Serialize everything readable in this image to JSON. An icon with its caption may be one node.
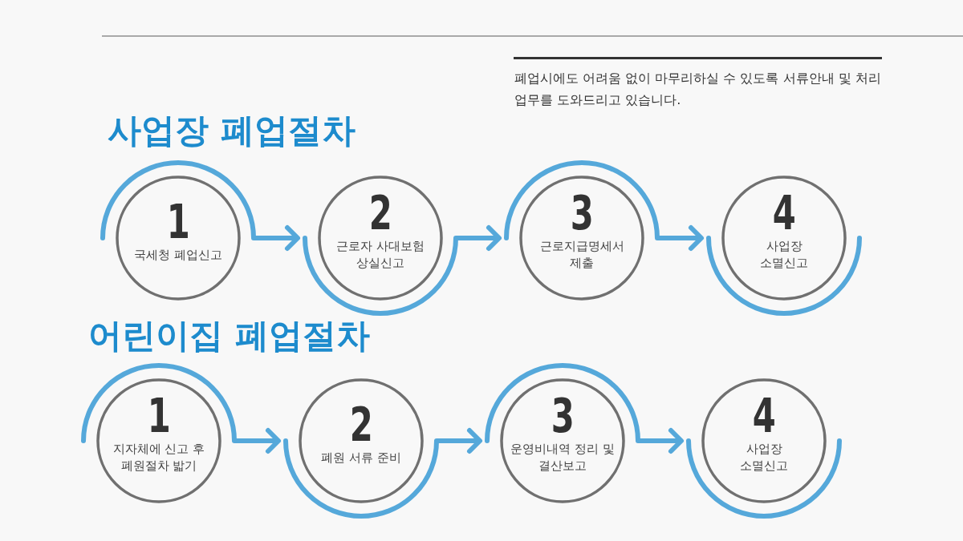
{
  "diagram": {
    "nodes": [
      {
        "text": [
          "1",
          "국세청 폐업신고"
        ]
      },
      {
        "text": [
          "2",
          "근로자 사대보험 상실신고"
        ]
      },
      {
        "text": [
          "3",
          "근로지급명세서 제출"
        ]
      },
      {
        "text": [
          "4",
          "사업장 소멸신고"
        ]
      },
      {
        "text": [
          "1",
          "지자체에 신고 후 폐원절차 밟기"
        ]
      },
      {
        "text": [
          "2",
          "폐원 서류 준비"
        ]
      },
      {
        "text": [
          "3",
          "운영비내역 정리 및 결산보고"
        ]
      },
      {
        "text": [
          "4",
          "사업장 소멸신고"
        ]
      }
    ],
    "edges": [
      {
        "from": 0,
        "to": 1,
        "arrow": "to"
      },
      {
        "from": 1,
        "to": 2,
        "arrow": "to"
      },
      {
        "from": 2,
        "to": 3,
        "arrow": "to"
      },
      {
        "from": 4,
        "to": 5,
        "arrow": "to"
      },
      {
        "from": 5,
        "to": 6,
        "arrow": "to"
      },
      {
        "from": 6,
        "to": 7,
        "arrow": "to"
      }
    ],
    "labels": [
      "폐업시에도 어려움 없이 마무리하실 수 있도록 서류안내 및 처리 업무를 도와드리고 있습니다.",
      "사업장 폐업절차",
      "어린이집 폐업절차"
    ]
  }
}
